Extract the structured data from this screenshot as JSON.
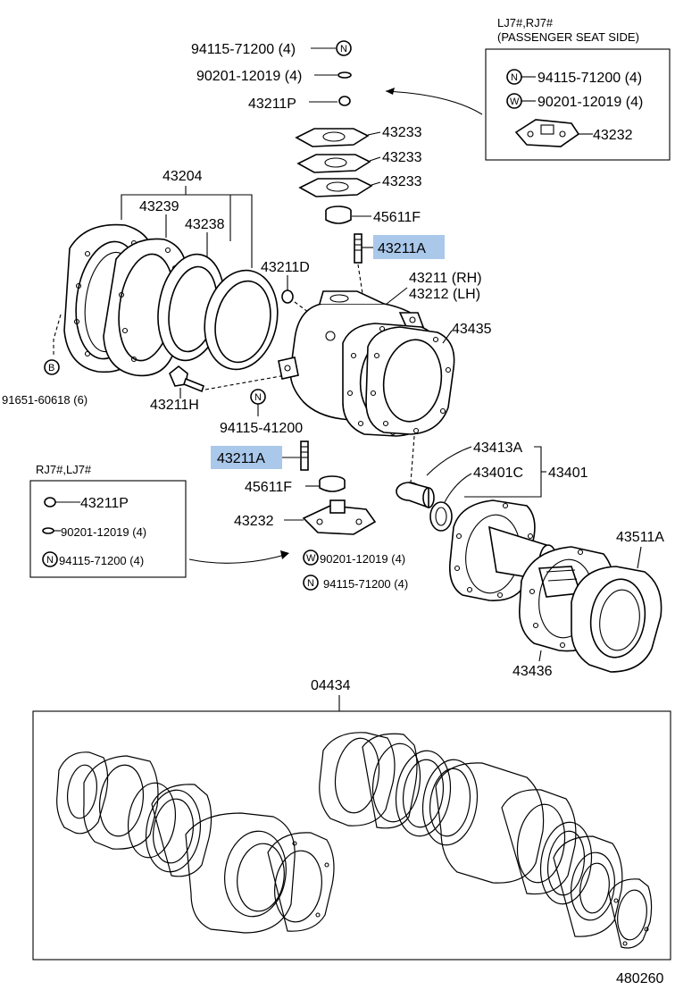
{
  "labels": {
    "n_94115_71200_top": "94115-71200 (4)",
    "n_90201_12019_top": "90201-12019 (4)",
    "n_43211P_top": "43211P",
    "n_43233_a": "43233",
    "n_43233_b": "43233",
    "n_43233_c": "43233",
    "n_45611F_top": "45611F",
    "n_43211A_top": "43211A",
    "n_43204": "43204",
    "n_43239": "43239",
    "n_43238": "43238",
    "n_43211D": "43211D",
    "n_43211_rh": "43211 (RH)",
    "n_43212_lh": "43212 (LH)",
    "n_43435": "43435",
    "n_91651": "91651-60618 (6)",
    "n_43211H": "43211H",
    "n_94115_41200": "94115-41200",
    "n_43211A_bottom": "43211A",
    "n_45611F_bottom": "45611F",
    "n_43232_bottom": "43232",
    "n_43413A": "43413A",
    "n_43401C": "43401C",
    "n_43401": "43401",
    "n_43511A": "43511A",
    "n_90201_12019_right": "90201-12019 (4)",
    "n_94115_71200_right": "94115-71200 (4)",
    "n_43436": "43436",
    "n_04434": "04434",
    "figure_id": "480260"
  },
  "inset_top": {
    "title_line1": "LJ7#,RJ7#",
    "title_line2": "(PASSENGER SEAT SIDE)",
    "row1": "94115-71200 (4)",
    "row2": "90201-12019 (4)",
    "row3": "43232"
  },
  "inset_left": {
    "title": "RJ7#,LJ7#",
    "row1": "43211P",
    "row2": "90201-12019 (4)",
    "row3": "94115-71200 (4)"
  },
  "symbols": {
    "n": "N",
    "w": "W",
    "b": "B"
  },
  "colors": {
    "highlight": "#aac8ea",
    "ink": "#000000"
  }
}
